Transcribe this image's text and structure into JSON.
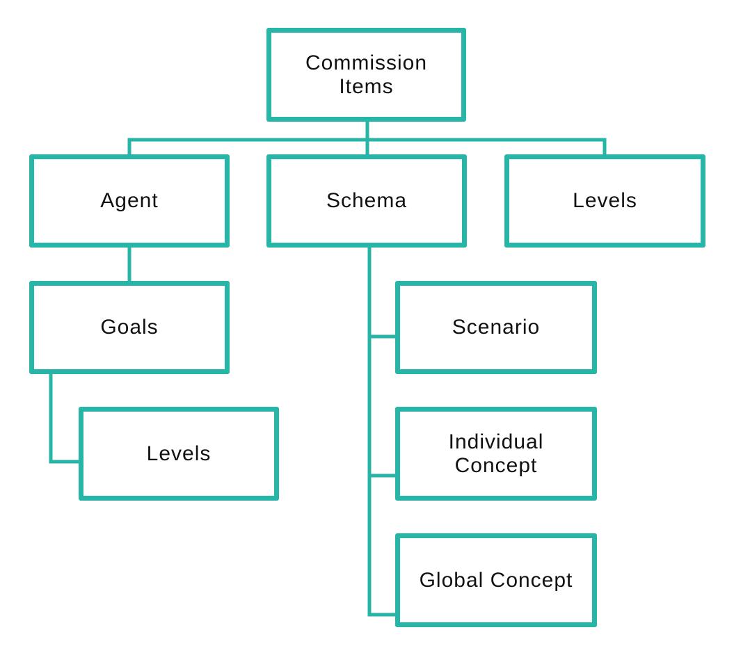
{
  "colors": {
    "accent": "#26b5a6",
    "text": "#111111",
    "background": "#ffffff"
  },
  "nodes": {
    "root": "Commission\nItems",
    "agent": "Agent",
    "schema": "Schema",
    "levels_top": "Levels",
    "goals": "Goals",
    "levels_sub": "Levels",
    "scenario": "Scenario",
    "individual_concept": "Individual\nConcept",
    "global_concept": "Global Concept"
  },
  "edges": [
    {
      "from": "root",
      "to": "agent"
    },
    {
      "from": "root",
      "to": "schema"
    },
    {
      "from": "root",
      "to": "levels_top"
    },
    {
      "from": "agent",
      "to": "goals"
    },
    {
      "from": "goals",
      "to": "levels_sub"
    },
    {
      "from": "schema",
      "to": "scenario"
    },
    {
      "from": "schema",
      "to": "individual_concept"
    },
    {
      "from": "schema",
      "to": "global_concept"
    }
  ]
}
